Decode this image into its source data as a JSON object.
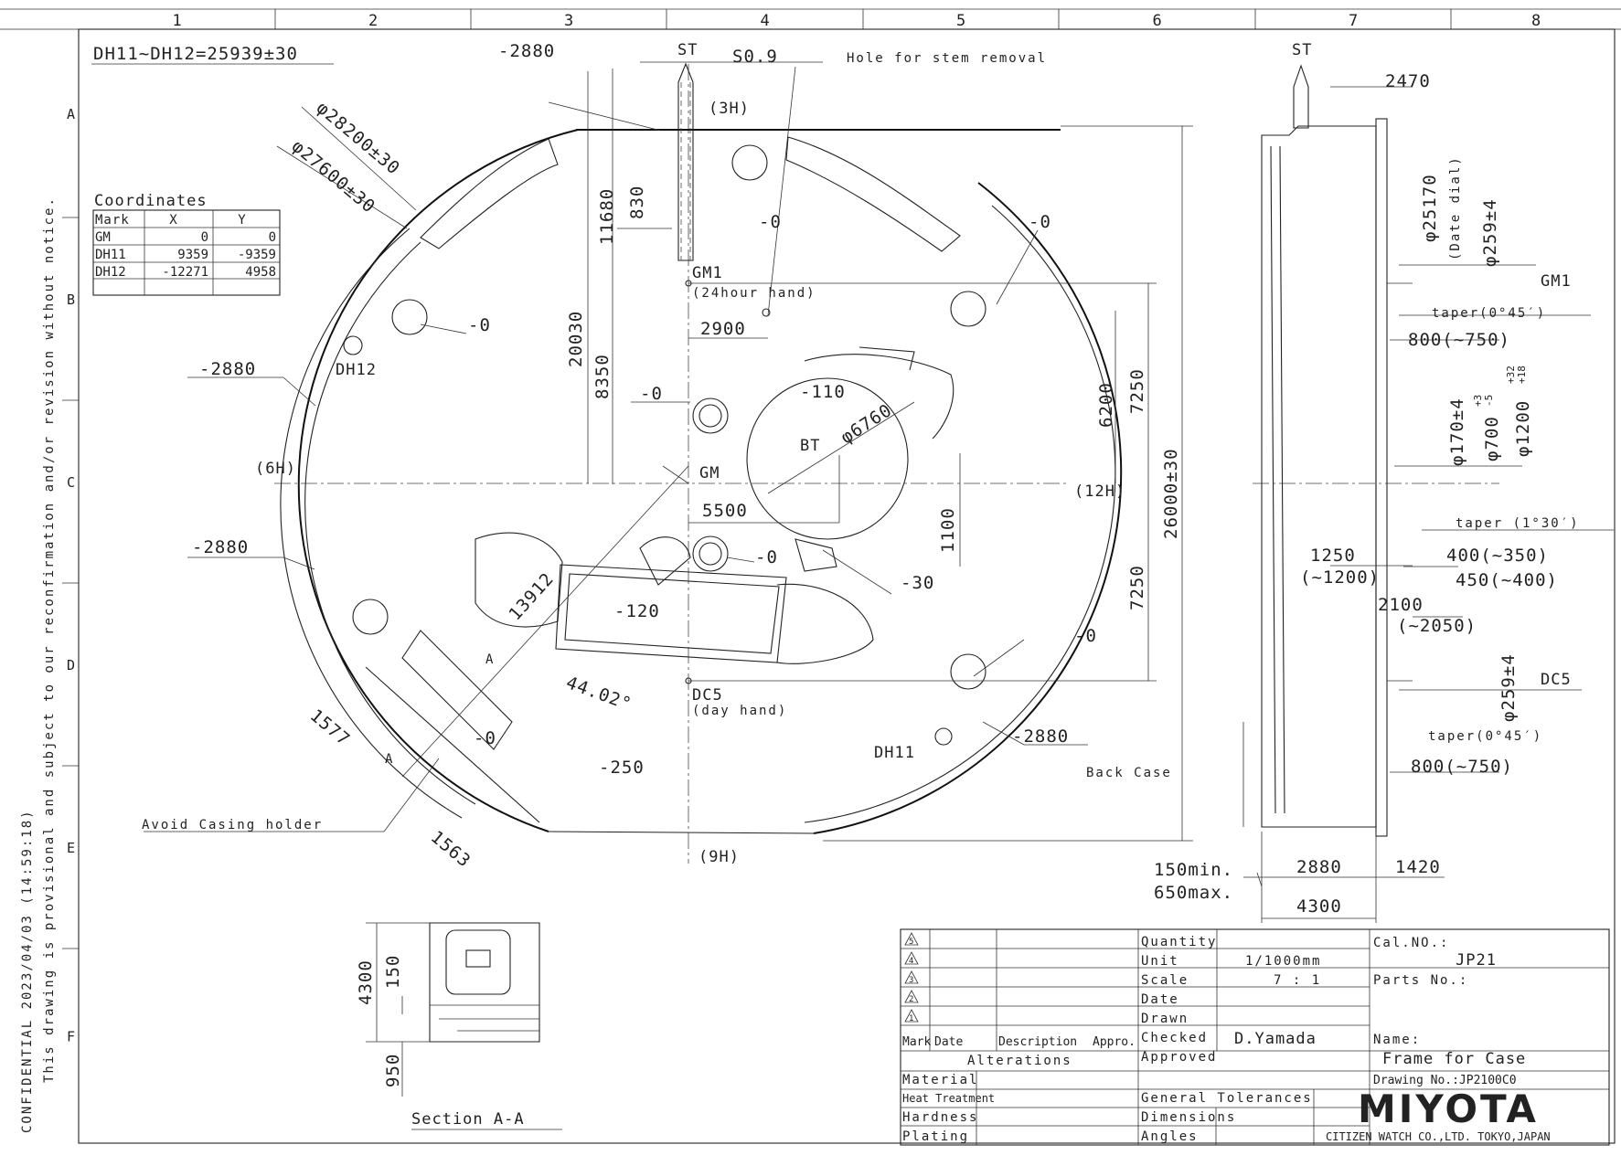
{
  "grid": {
    "columns": [
      "1",
      "2",
      "3",
      "4",
      "5",
      "6",
      "7",
      "8"
    ],
    "rows": [
      "A",
      "B",
      "C",
      "D",
      "E",
      "F"
    ]
  },
  "side_notes": {
    "line1": "This drawing is provisional and subject to our reconfirmation and/or revision without notice.",
    "line2": "CONFIDENTIAL  2023/04/03 (14:59:18)"
  },
  "header_note": "DH11~DH12=25939±30",
  "coordinates_table": {
    "title": "Coordinates",
    "headers": [
      "Mark",
      "X",
      "Y"
    ],
    "rows": [
      [
        "GM",
        "0",
        "0"
      ],
      [
        "DH11",
        "9359",
        "-9359"
      ],
      [
        "DH12",
        "-12271",
        "4958"
      ]
    ]
  },
  "labels": {
    "st_main": "ST",
    "st_side": "ST",
    "s09": "S0.9",
    "hole_stem": "Hole for stem removal",
    "h3": "(3H)",
    "h6": "(6H)",
    "h9": "(9H)",
    "h12": "(12H)",
    "gm1": "GM1",
    "gm1_sub": "(24hour hand)",
    "gm": "GM",
    "bt": "BT",
    "dc5": "DC5",
    "dc5_sub": "(day hand)",
    "dh11": "DH11",
    "dh12": "DH12",
    "avoid": "Avoid Casing holder",
    "back_case": "Back Case",
    "section_a1": "A",
    "section_a2": "A",
    "gm1_side": "GM1",
    "dc5_side": "DC5",
    "section_title": "Section A-A"
  },
  "dimensions": {
    "d2880_top": "-2880",
    "phi28200": "φ28200±30",
    "phi27600": "φ27600±30",
    "d11680": "11680",
    "d830": "830",
    "d20030": "20030",
    "d8350": "8350",
    "d2900": "2900",
    "d0_a": "-0",
    "d0_b": "-0",
    "d0_c": "-0",
    "d0_d": "-0",
    "d0_e": "-0",
    "d0_f": "-0",
    "d0_g": "-0",
    "d110": "-110",
    "phi6760": "φ6760",
    "d2880_left1": "-2880",
    "d2880_left2": "-2880",
    "d2880_right": "-2880",
    "d5500": "5500",
    "d1100": "1100",
    "d30": "-30",
    "d120": "-120",
    "d250": "-250",
    "d13912": "13912",
    "angle": "44.02°",
    "d1577": "1577",
    "d1563": "1563",
    "d6200": "6200",
    "d7250_top": "7250",
    "d7250_bot": "7250",
    "d26000": "26000±30",
    "s2470": "2470",
    "s25170": "φ25170",
    "s_date_dial": "(Date dial)",
    "s259_top": "φ259±4",
    "s_taper45_top": "taper(0°45′)",
    "s800_top": "800(~750)",
    "s170": "φ170±4",
    "s700": "φ700",
    "s700_tol_up": "+3",
    "s700_tol_dn": "-5",
    "s1200": "φ1200",
    "s1200_tol_up": "+32",
    "s1200_tol_dn": "+18",
    "s_taper130": "taper (1°30′)",
    "s1250": "1250",
    "s1200b": "(~1200)",
    "s400": "400(~350)",
    "s450": "450(~400)",
    "s2100": "2100",
    "s2050": "(~2050)",
    "s259_bot": "φ259±4",
    "s_taper45_bot": "taper(0°45′)",
    "s800_bot": "800(~750)",
    "s150min": "150min.",
    "s650max": "650max.",
    "s2880": "2880",
    "s1420": "1420",
    "s4300": "4300",
    "sec4300": "4300",
    "sec150": "150",
    "sec950": "950"
  },
  "title_block": {
    "rev_marks": [
      "5",
      "4",
      "3",
      "2",
      "1"
    ],
    "col_mark": "Mark",
    "col_date": "Date",
    "col_desc": "Description",
    "col_appro": "Appro.",
    "alterations": "Alterations",
    "quantity_label": "Quantity",
    "unit_label": "Unit",
    "unit_value": "1/1000mm",
    "scale_label": "Scale",
    "scale_value": "7 : 1",
    "date_label": "Date",
    "drawn_label": "Drawn",
    "checked_label": "Checked",
    "checked_value": "D.Yamada",
    "approved_label": "Approved",
    "cal_label": "Cal.NO.:",
    "cal_value": "JP21",
    "parts_label": "Parts No.:",
    "name_label": "Name:",
    "name_value": "Frame for Case",
    "drawing_no": "Drawing No.:JP2100C0",
    "material": "Material",
    "heat": "Heat Treatment",
    "hardness": "Hardness",
    "plating": "Plating",
    "general_tol": "General Tolerances",
    "dims": "Dimensions",
    "angles": "Angles",
    "brand": "MIYOTA",
    "company": "CITIZEN WATCH CO.,LTD. TOKYO,JAPAN"
  }
}
